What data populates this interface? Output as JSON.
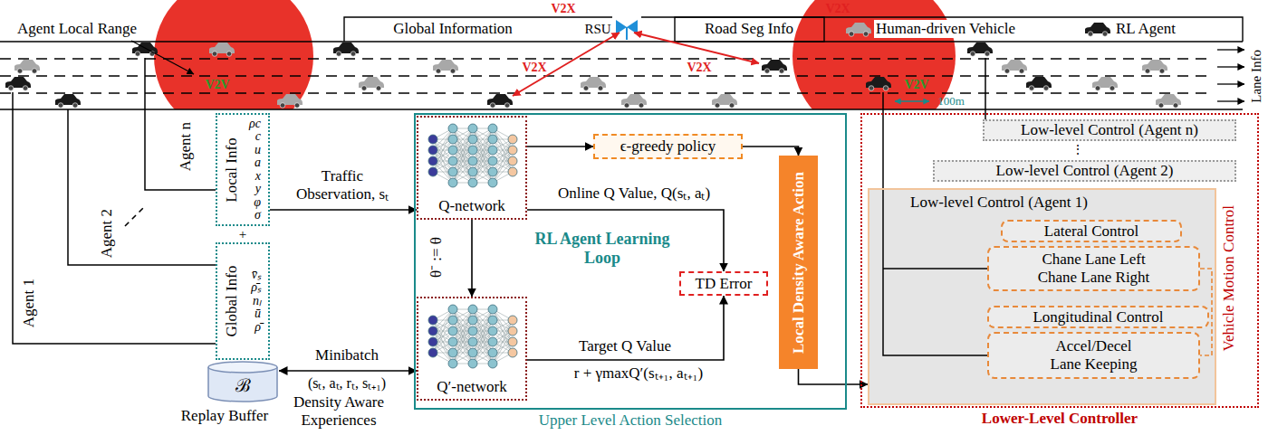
{
  "diagram": {
    "nodes": [
      {
        "text": [
          "Local Info",
          "ρc",
          "c",
          "u",
          "a",
          "x",
          "y",
          "φ",
          "σ"
        ]
      },
      {
        "text": [
          "Global Info",
          "v̄ₛ",
          "ρ̄ₛ",
          "nₗ",
          "ū",
          "ρ̄"
        ]
      },
      {
        "text": [
          "ℬ",
          "Replay Buffer"
        ]
      },
      {
        "text": [
          "Upper Level Action Selection"
        ]
      },
      {
        "text": [
          "Q-network"
        ],
        "in": 3
      },
      {
        "text": [
          "ϵ-greedy policy"
        ],
        "in": 3
      },
      {
        "text": [
          "TD Error"
        ],
        "in": 3
      },
      {
        "text": [
          "Q′-network"
        ],
        "in": 3
      },
      {
        "text": [
          "Local Density Aware Action"
        ],
        "in": 3
      },
      {
        "text": [
          "Vehicle Motion Control",
          "Lower-Level Controller"
        ]
      },
      {
        "text": [
          "Low-level Control (Agent n)"
        ],
        "in": 9
      },
      {
        "text": [
          "Low-level Control (Agent 2)"
        ],
        "in": 9
      },
      {
        "text": [
          "Low-level Control (Agent 1)"
        ],
        "in": 9
      },
      {
        "text": [
          "Lateral Control"
        ],
        "in": 12
      },
      {
        "text": [
          "Chane Lane Left",
          "Chane Lane Right"
        ],
        "in": 12
      },
      {
        "text": [
          "Longitudinal Control"
        ],
        "in": 12
      },
      {
        "text": [
          "Accel/Decel",
          "Lane Keeping"
        ],
        "in": 12
      }
    ],
    "edges": [
      {
        "from": 0,
        "to": 4,
        "label": "Traffic Observation, sₜ",
        "arrow": "to"
      },
      {
        "from": 4,
        "to": 5,
        "arrow": "to"
      },
      {
        "from": 5,
        "to": 8,
        "arrow": "to"
      },
      {
        "from": 4,
        "to": 6,
        "label": "Online Q Value, Q(sₜ, aₜ)",
        "arrow": "to"
      },
      {
        "from": 4,
        "to": 7,
        "label": "θ⁻ := θ",
        "arrow": "to"
      },
      {
        "from": 7,
        "to": 6,
        "label": "Target Q Value",
        "arrow": "to"
      },
      {
        "from": 2,
        "to": 7,
        "label": "Minibatch",
        "arrow": "both"
      },
      {
        "from": 8,
        "to": 12,
        "arrow": "to"
      }
    ],
    "labels": [
      "Agent Local Range",
      "Global Information",
      "RSU",
      "V2X",
      "V2X",
      "V2X",
      "V2X",
      "Road Seg Info",
      "V2V",
      "V2V",
      "100m",
      "Lane Info",
      "Agent n",
      "Agent 2",
      "Agent 1",
      "+",
      "(sₜ, aₜ, rₜ, sₜ₊₁)",
      "Density Aware Experiences",
      "RL Agent Learning Loop",
      "r + γmaxQ′(sₜ₊₁, aₜ₊₁)",
      "⋮"
    ],
    "legend": [
      {
        "text": "Human-driven Vehicle"
      },
      {
        "text": "RL Agent"
      }
    ]
  }
}
